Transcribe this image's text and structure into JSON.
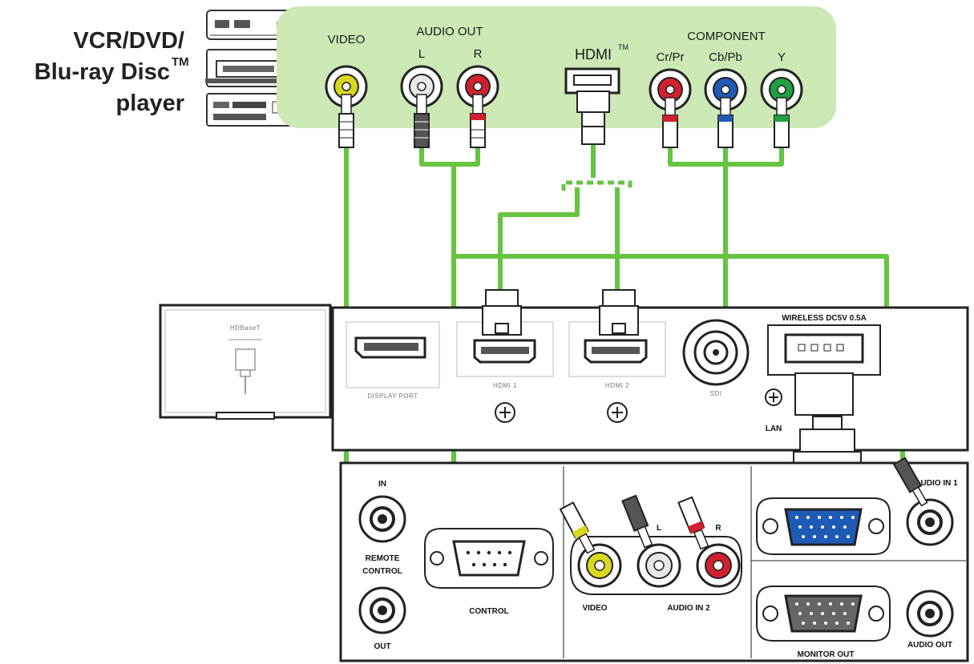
{
  "source_device": {
    "title_line1": "VCR/DVD/",
    "title_line2": "Blu-ray Disc",
    "title_line2_sup": "TM",
    "title_line3": "player"
  },
  "source_ports": {
    "video": "VIDEO",
    "audio_out": "AUDIO OUT",
    "audio_l": "L",
    "audio_r": "R",
    "hdmi": "HDMI",
    "hdmi_sup": "TM",
    "component": "COMPONENT",
    "cr_pr": "Cr/Pr",
    "cb_pb": "Cb/Pb",
    "y": "Y"
  },
  "hdbaset_box": {
    "label": "HDBaseT"
  },
  "projector_upper": {
    "display_port": "DISPLAY PORT",
    "hdmi1": "HDMI 1",
    "hdmi2": "HDMI 2",
    "sdi": "SDI",
    "wireless": "WIRELESS DC5V 0.5A",
    "lan": "LAN"
  },
  "projector_lower": {
    "remote_in": "IN",
    "remote_control_1": "REMOTE",
    "remote_control_2": "CONTROL",
    "remote_out": "OUT",
    "control": "CONTROL",
    "audio_l": "L",
    "audio_r": "R",
    "video": "VIDEO",
    "audio_in2": "AUDIO IN 2",
    "audio_in1": "AUDIO IN 1",
    "monitor_out": "MONITOR OUT",
    "audio_out": "AUDIO OUT"
  },
  "colors": {
    "cable": "#66c440",
    "panel_bg": "#cce8b4",
    "video_yellow": "#d8d820",
    "audio_red": "#d22030",
    "audio_white": "#e8e8e8",
    "blue": "#1f5bb5",
    "green": "#20a040"
  }
}
